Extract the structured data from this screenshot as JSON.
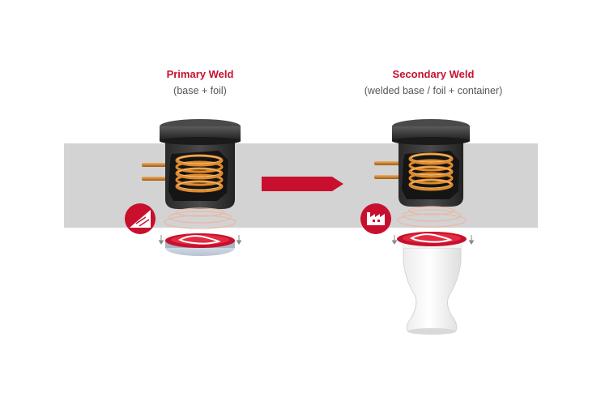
{
  "colors": {
    "accent_red": "#c8102e",
    "band_gray": "#d3d3d3",
    "coil_orange": "#e08a2c",
    "housing_dark": "#3a3a3a",
    "subtitle_gray": "#555555"
  },
  "primary": {
    "title": "Primary Weld",
    "subtitle": "(base + foil)",
    "badge_icon": "ramp-triangle-icon"
  },
  "secondary": {
    "title": "Secondary Weld",
    "subtitle": "(welded base / foil + container)",
    "badge_icon": "factory-icon"
  },
  "flow_arrow_icon": "right-arrow-icon"
}
